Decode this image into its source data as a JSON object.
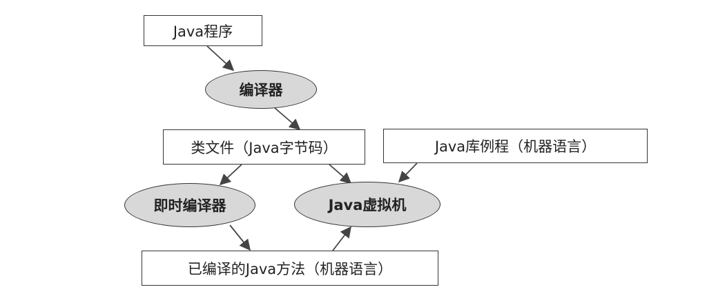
{
  "nodes": {
    "java_program": "Java程序",
    "compiler": "编译器",
    "class_file": "类文件（Java字节码）",
    "library": "Java库例程（机器语言）",
    "jit": "即时编译器",
    "jvm": "Java虚拟机",
    "compiled_method": "已编译的Java方法（机器语言）"
  },
  "colors": {
    "ellipse_fill": "#d8d8d8",
    "stroke": "#333333"
  }
}
